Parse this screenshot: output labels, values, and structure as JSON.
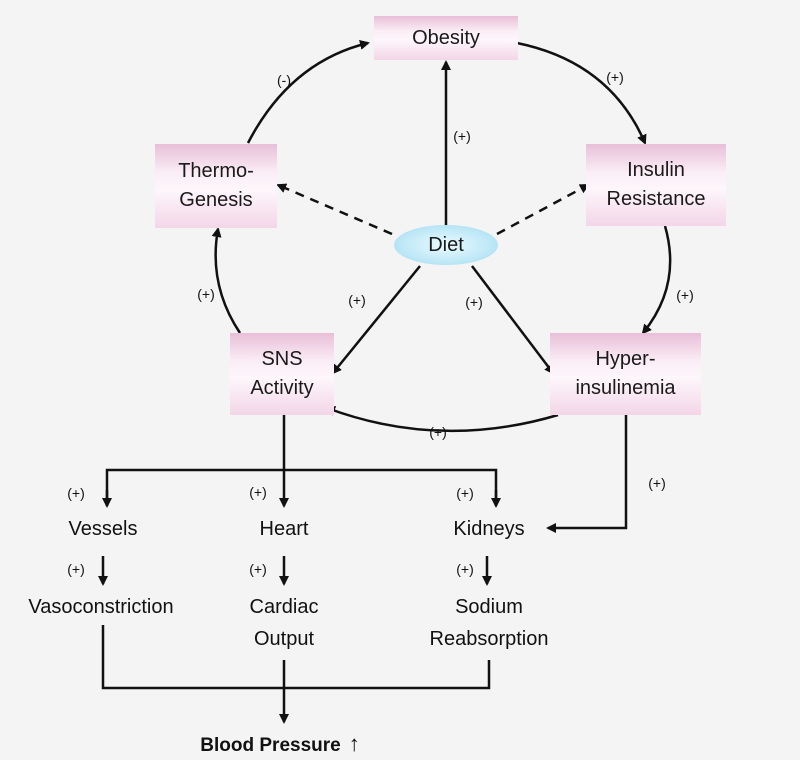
{
  "boxes": {
    "obesity": "Obesity",
    "thermogenesis": "Thermo-\nGenesis",
    "insulin_resistance": "Insulin\nResistance",
    "sns_activity": "SNS\nActivity",
    "hyperinsulinemia": "Hyper-\ninsulinemia"
  },
  "center": "Diet",
  "labels": {
    "positive": "(+)",
    "negative": "(-)"
  },
  "targets": {
    "vessels": "Vessels",
    "heart": "Heart",
    "kidneys": "Kidneys"
  },
  "effects": {
    "vasoconstriction": "Vasoconstriction",
    "cardiac_output": "Cardiac\nOutput",
    "sodium_reabsorption": "Sodium\nReabsorption"
  },
  "result": {
    "text": "Blood Pressure",
    "arrow": "↑"
  }
}
